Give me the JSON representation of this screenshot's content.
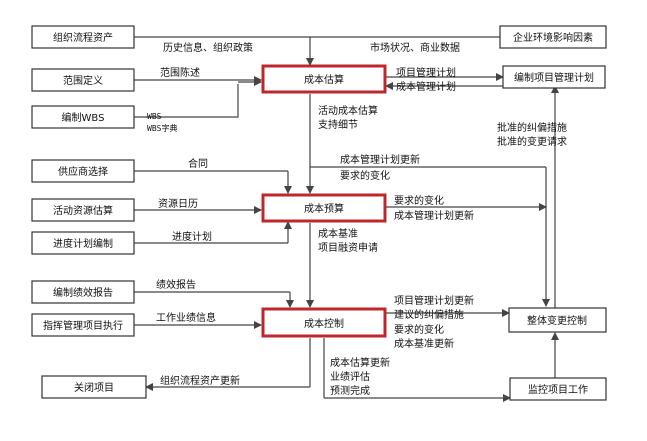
{
  "colors": {
    "accent": "#c0272d",
    "line": "#444444",
    "box_border": "#333333"
  },
  "process_boxes": {
    "org_assets": "组织流程资产",
    "scope_def": "范围定义",
    "create_wbs": "编制WBS",
    "vendor_select": "供应商选择",
    "activity_resource": "活动资源估算",
    "schedule_dev": "进度计划编制",
    "perf_report": "编制绩效报告",
    "direct_manage": "指挥管理项目执行",
    "close_project": "关闭项目",
    "enterprise_env": "企业环境影响因素",
    "develop_pm_plan": "编制项目管理计划",
    "integrated_change": "整体变更控制",
    "monitor_work": "监控项目工作"
  },
  "core_boxes": {
    "cost_estimate": "成本估算",
    "cost_budget": "成本预算",
    "cost_control": "成本控制"
  },
  "labels": {
    "history_policy": "历史信息、组织政策",
    "market_business": "市场状况、商业数据",
    "scope_statement": "范围陈述",
    "wbs": "WBS",
    "wbs_dict": "WBS字典",
    "pm_plan": "项目管理计划",
    "cost_mgmt_plan": "成本管理计划",
    "activity_cost_est": "活动成本估算",
    "support_detail": "支持细节",
    "approved_corrective": "批准的纠偏措施",
    "approved_change_req": "批准的变更请求",
    "cost_plan_update": "成本管理计划更新",
    "requested_change": "要求的变化",
    "contract": "合同",
    "resource_calendar": "资源日历",
    "schedule_plan": "进度计划",
    "budget_req_change": "要求的变化",
    "budget_cost_plan_update": "成本管理计划更新",
    "cost_baseline": "成本基准",
    "project_funding": "项目融资申请",
    "perf_report_lbl": "绩效报告",
    "work_perf_info": "工作业绩信息",
    "pm_plan_update": "项目管理计划更新",
    "recommended_corrective": "建议的纠偏措施",
    "control_req_change": "要求的变化",
    "cost_baseline_update": "成本基准更新",
    "cost_estimate_update": "成本估算更新",
    "perf_measure": "业绩评估",
    "forecast_complete": "预测完成",
    "org_assets_update": "组织流程资产更新"
  }
}
